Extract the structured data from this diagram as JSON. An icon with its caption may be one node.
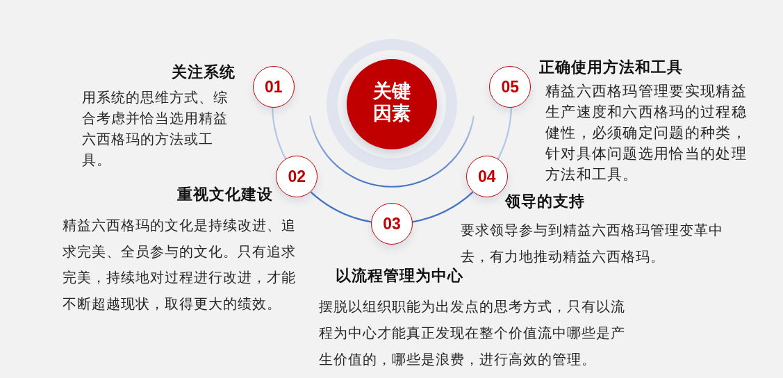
{
  "diagram": {
    "nodes": [
      {
        "text": [
          "关键因素"
        ]
      },
      {
        "text": [
          "01"
        ],
        "beside": [
          "关注系统",
          "用系统的思维方式、综合考虑并恰当选用精益六西格玛的方法或工具。"
        ]
      },
      {
        "text": [
          "02"
        ],
        "beside": [
          "重视文化建设",
          "精益六西格玛的文化是持续改进、追求完美、全员参与的文化。只有追求完美，持续地对过程进行改进，才能不断超越现状，取得更大的绩效。"
        ]
      },
      {
        "text": [
          "03"
        ],
        "beside": [
          "以流程管理为中心",
          "摆脱以组织职能为出发点的思考方式，只有以流程为中心才能真正发现在整个价值流中哪些是产生价值的，哪些是浪费，进行高效的管理。"
        ]
      },
      {
        "text": [
          "04"
        ],
        "beside": [
          "领导的支持",
          "要求领导参与到精益六西格玛管理变革中去，有力地推动精益六西格玛。"
        ]
      },
      {
        "text": [
          "05"
        ],
        "beside": [
          "正确使用方法和工具",
          "精益六西格玛管理要实现精益生产速度和六西格玛的过程稳健性，必须确定问题的种类，针对具体问题选用恰当的处理方法和工具。"
        ]
      }
    ],
    "edges": [
      {
        "from": 1,
        "to": 2,
        "arrow": "none",
        "color": "#b4c7e7"
      },
      {
        "from": 2,
        "to": 3,
        "arrow": "none",
        "color": "#4472c4"
      },
      {
        "from": 3,
        "to": 4,
        "arrow": "none",
        "color": "#4472c4"
      },
      {
        "from": 4,
        "to": 5,
        "arrow": "none",
        "color": "#b4c7e7"
      }
    ]
  }
}
